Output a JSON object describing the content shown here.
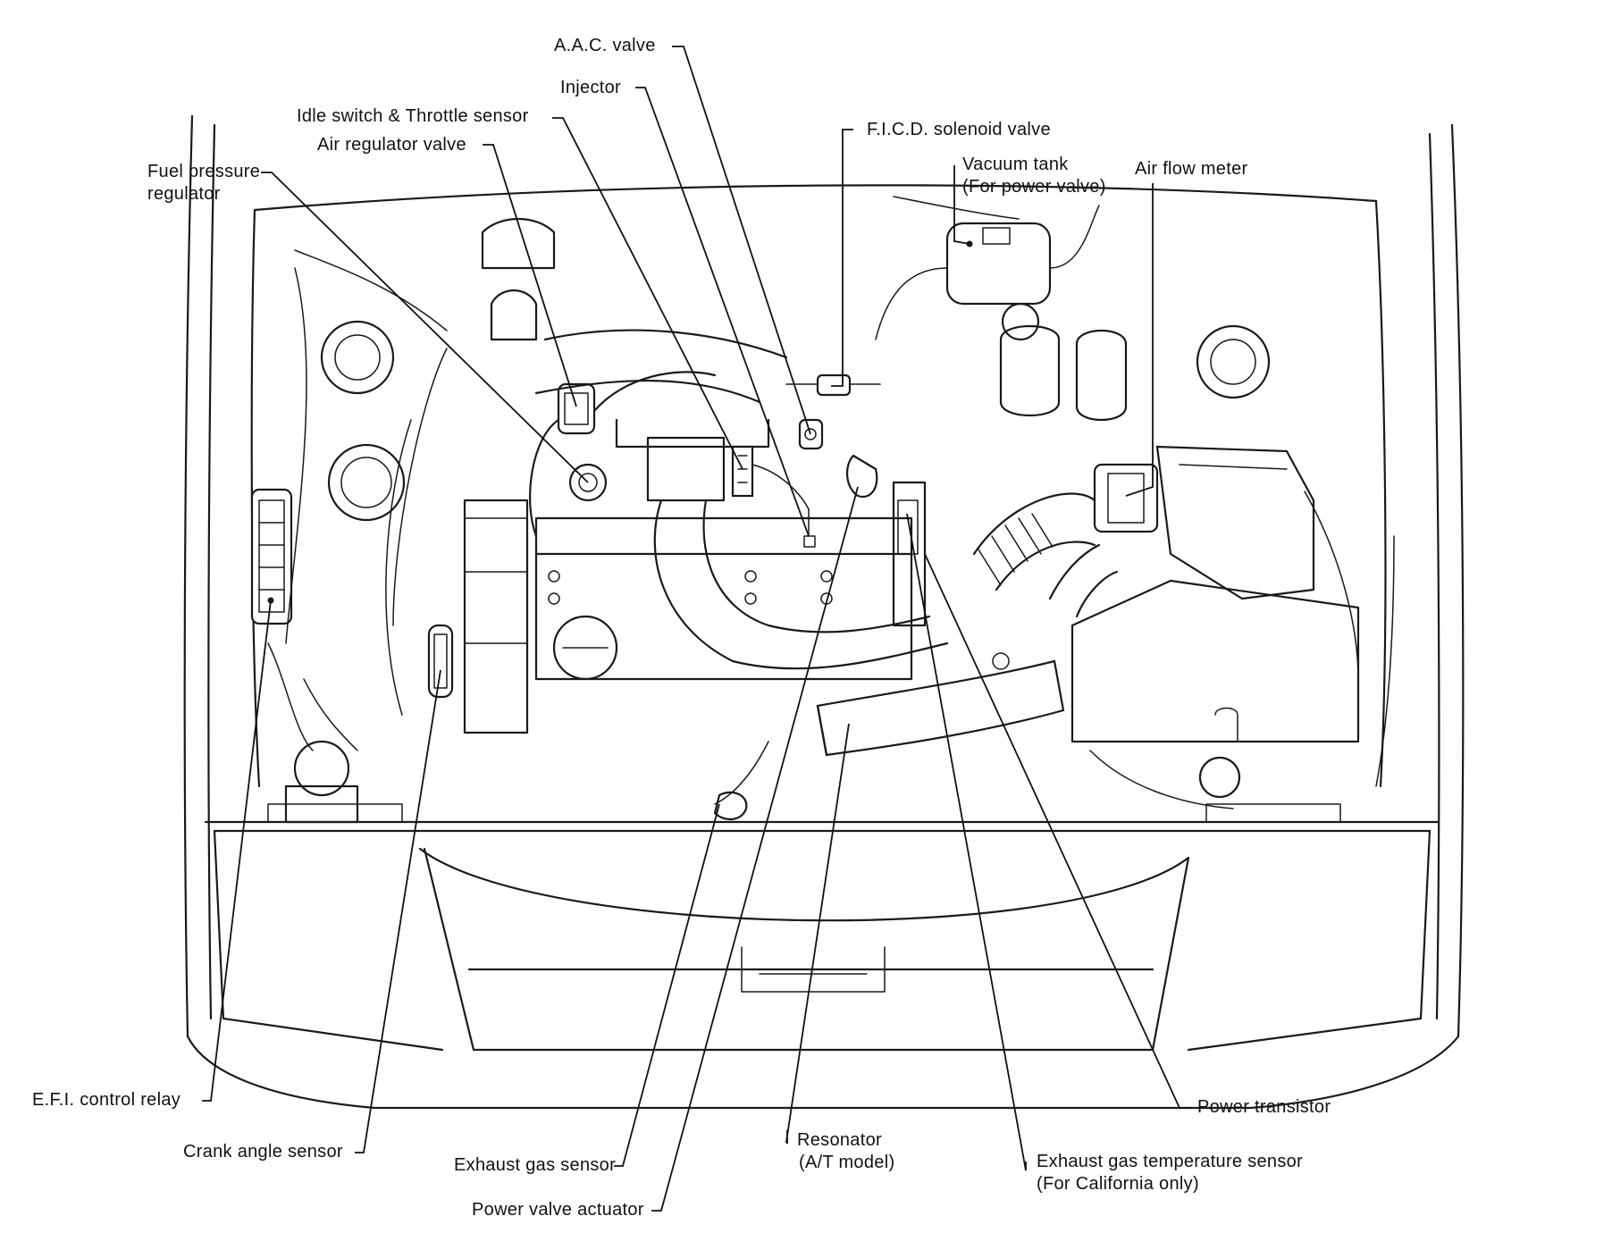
{
  "labels": {
    "aac_valve": "A.A.C. valve",
    "injector": "Injector",
    "idle_switch": "Idle switch & Throttle sensor",
    "air_regulator": "Air regulator valve",
    "ficd_valve": "F.I.C.D. solenoid valve",
    "vacuum_tank_1": "Vacuum tank",
    "vacuum_tank_2": "(For power valve)",
    "air_flow_meter": "Air flow meter",
    "fuel_pressure_1": "Fuel pressure",
    "fuel_pressure_2": "regulator",
    "efi_relay": "E.F.I. control relay",
    "crank_angle": "Crank angle sensor",
    "exhaust_gas_sensor": "Exhaust gas sensor",
    "power_valve_actuator": "Power valve actuator",
    "resonator_1": "Resonator",
    "resonator_2": "(A/T model)",
    "exhaust_temp_1": "Exhaust gas temperature sensor",
    "exhaust_temp_2": "(For California only)",
    "power_transistor": "Power transistor"
  }
}
